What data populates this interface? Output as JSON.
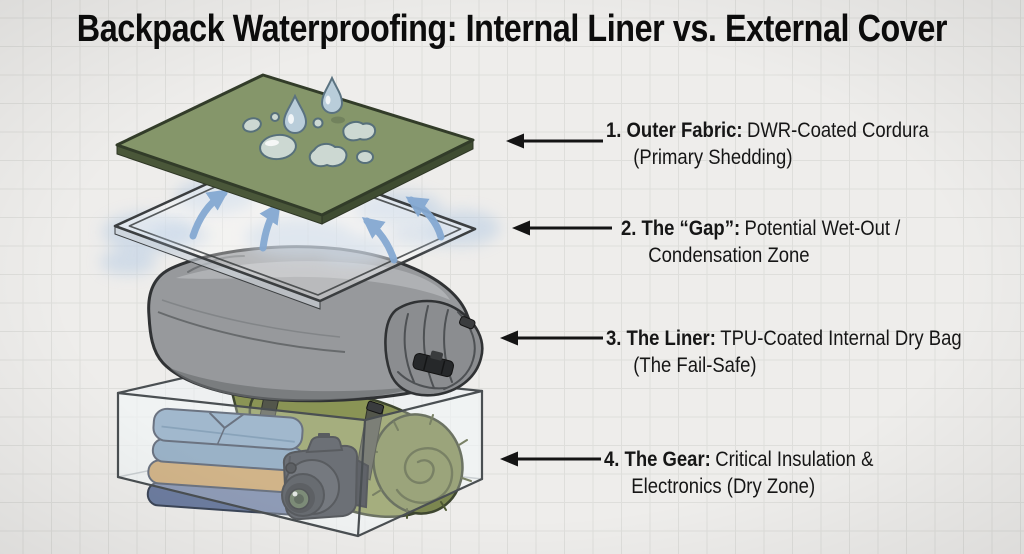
{
  "title": "Backpack Waterproofing: Internal Liner vs. External Cover",
  "callouts": [
    {
      "bold": "1. Outer Fabric:",
      "rest": "DWR-Coated Cordura",
      "line2": "(Primary Shedding)"
    },
    {
      "bold": "2. The “Gap”:",
      "rest": "Potential Wet-Out /",
      "line2": "Condensation Zone"
    },
    {
      "bold": "3. The Liner:",
      "rest": "TPU-Coated Internal Dry Bag",
      "line2": "(The Fail-Safe)"
    },
    {
      "bold": "4. The Gear:",
      "rest": "Critical Insulation &",
      "line2": "Electronics (Dry Zone)"
    }
  ],
  "illustration": {
    "type": "exploded-view",
    "layers": [
      "outer-fabric-sheet-with-water-droplets",
      "gap-layer-transparent-sheet-with-vapor-arrows",
      "dry-bag-liner-roll-top",
      "gear-box-with-clothes-sleeping-bag-camera"
    ]
  },
  "palette": {
    "fabric-green": "#85966a",
    "fabric-edge": "#3f4c31",
    "fabric-edge-dark": "#4a5739",
    "droplet-fill": "#ccd8d2",
    "droplet-blue": "#b9cdda",
    "droplet-stroke": "#57707a",
    "sheet-stroke": "#3b3e40",
    "mist-blue": "#b9cde4",
    "arrow-blue": "#85a9d2",
    "bag-gray": "#97999c",
    "bag-gray-light": "#b3b5b8",
    "bag-gray-dark": "#6e7073",
    "bag-outline": "#303234",
    "roll-gray": "#8b8d90",
    "buckle-dark": "#26282a",
    "box-stroke": "#4a4f52",
    "sleep-green": "#8a9455",
    "sleep-face": "#7c8750",
    "sleep-dark": "#4f5833",
    "strap-dark": "#53564b",
    "shirt-blue": "#84a2be",
    "shirt-blue2": "#7b9ab6",
    "cloth-tan": "#c59d63",
    "cloth-slate": "#6d7da0",
    "cloth-outline": "#3c4658",
    "camera-body": "#3e424a",
    "camera-dark": "#24272c",
    "lens-green": "#55674d",
    "ink": "#141414",
    "background": "#eeedeb",
    "grid-line": "#dededb"
  }
}
